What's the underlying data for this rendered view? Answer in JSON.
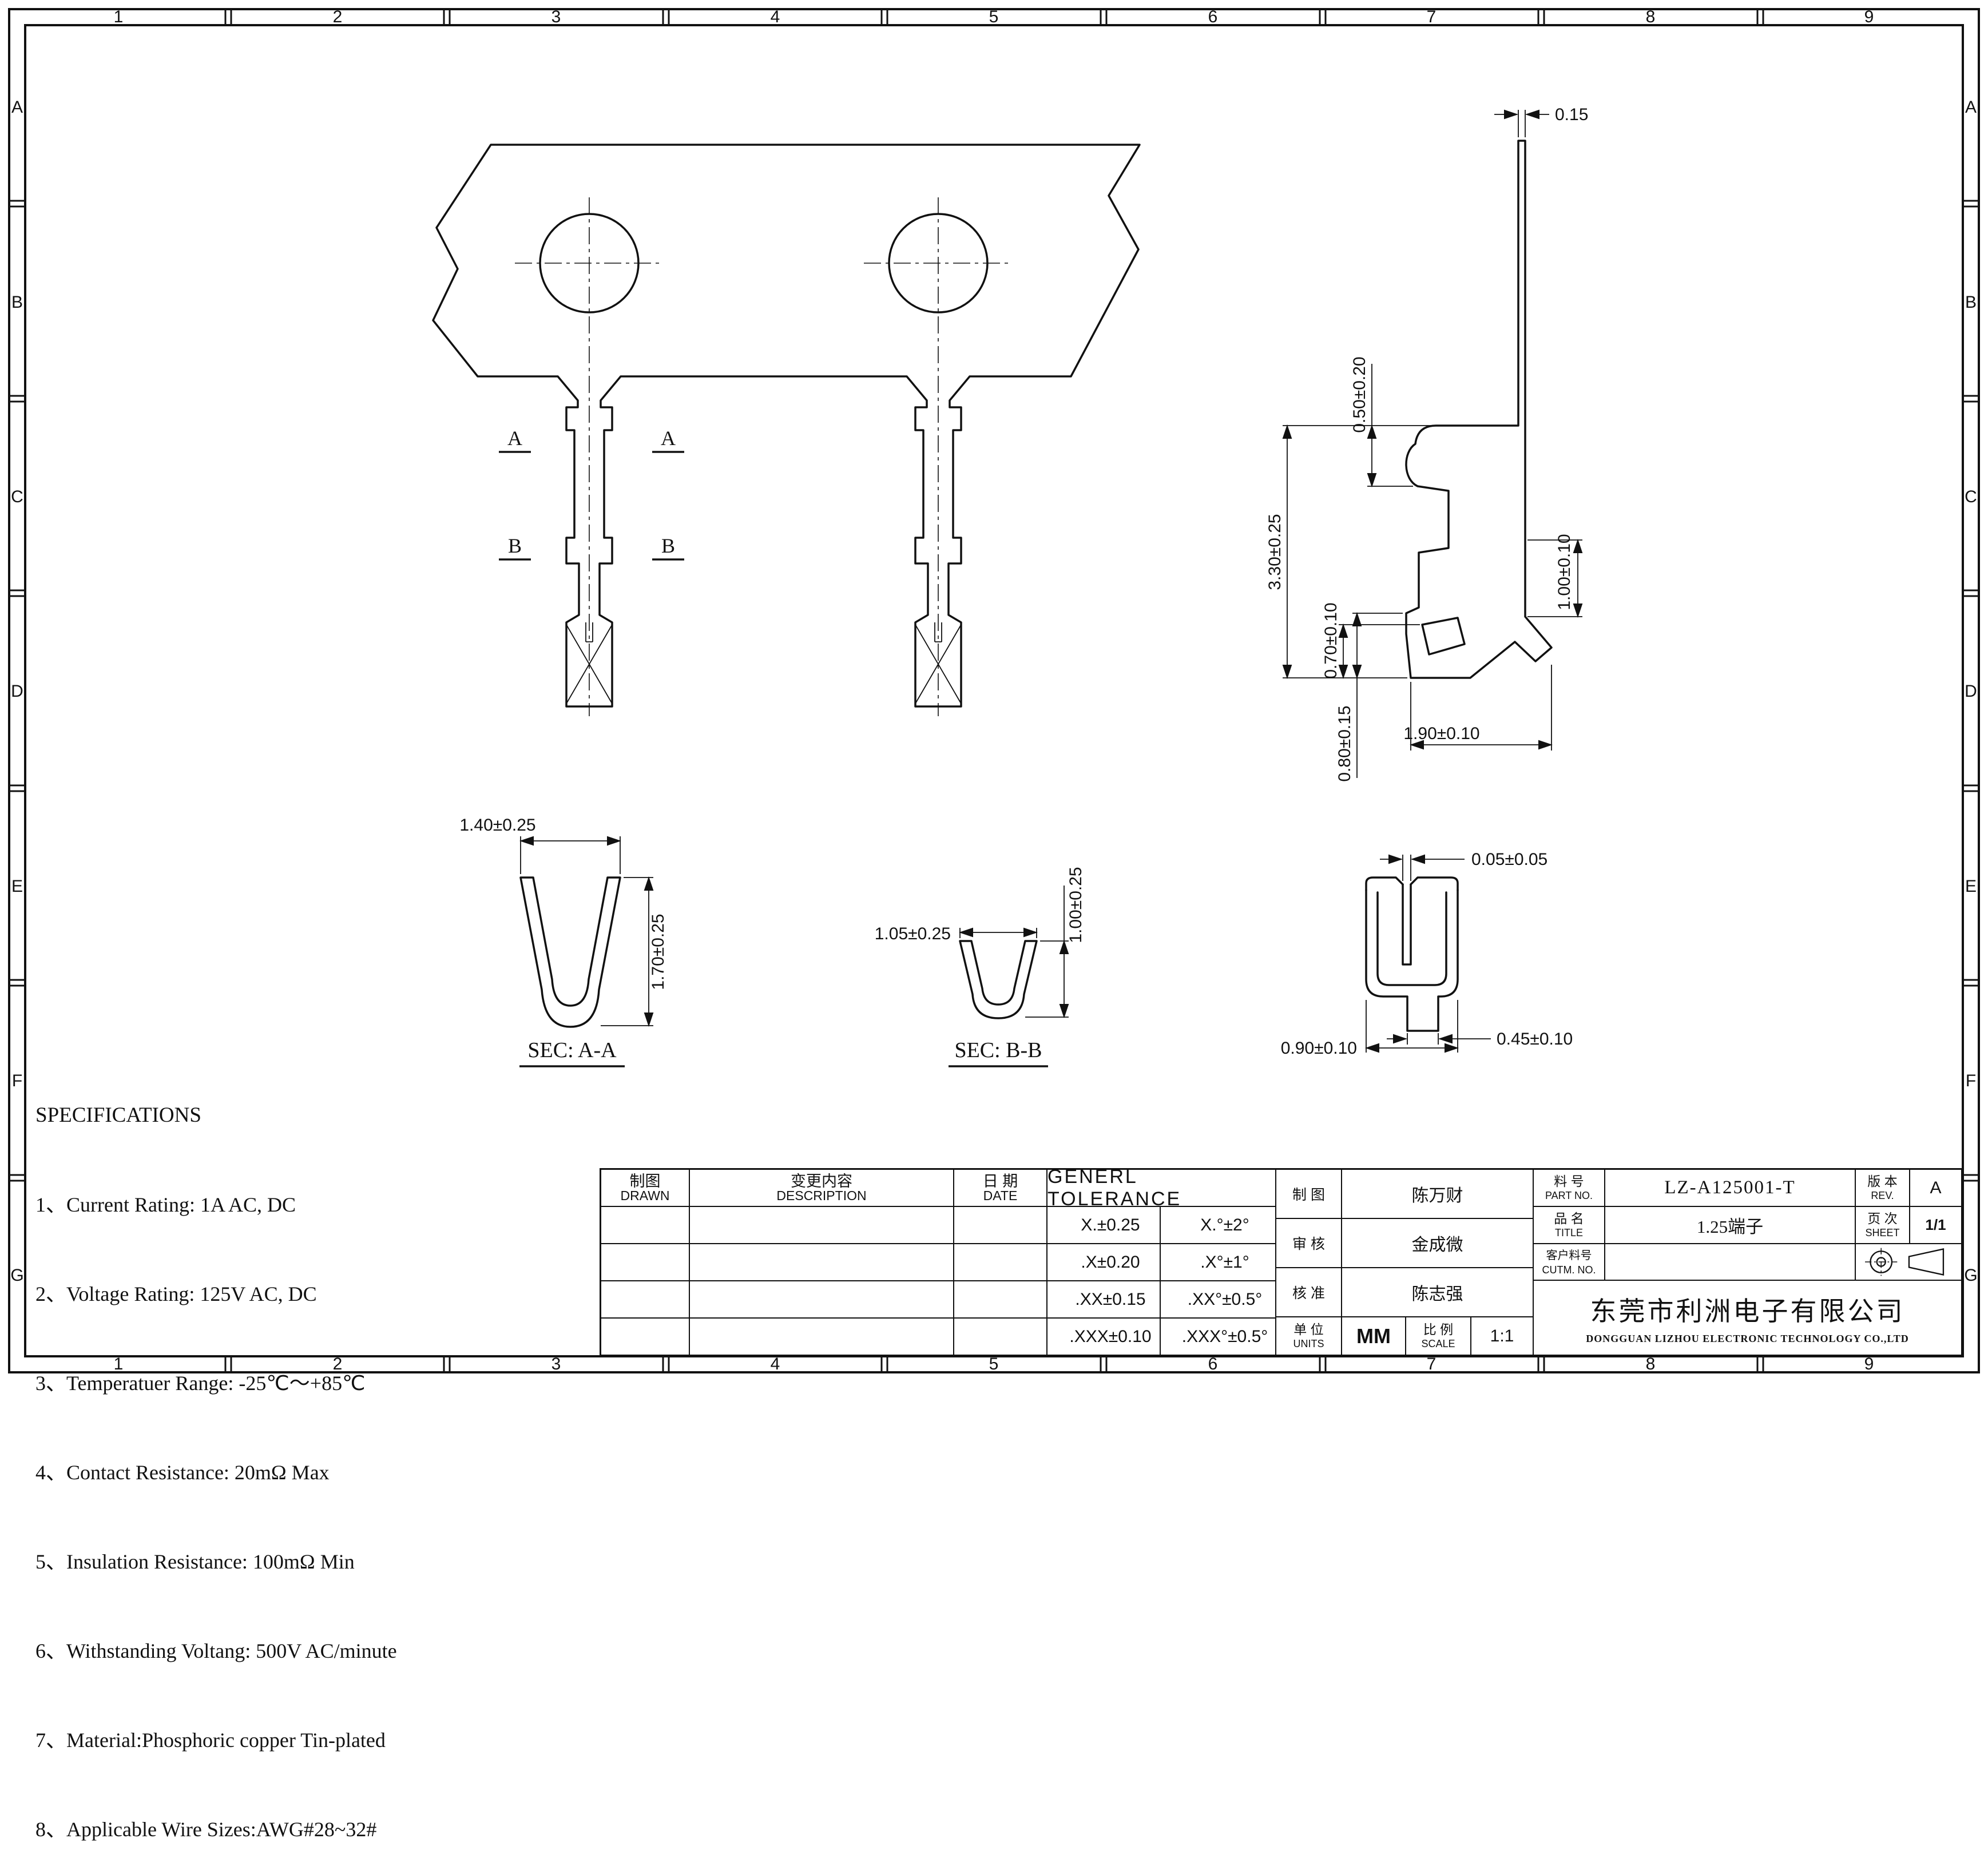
{
  "sheet": {
    "grid_cols": [
      "1",
      "2",
      "3",
      "4",
      "5",
      "6",
      "7",
      "8",
      "9"
    ],
    "grid_rows": [
      "A",
      "B",
      "C",
      "D",
      "E",
      "F",
      "G"
    ]
  },
  "views": {
    "section_a_label": "A",
    "section_b_label": "B",
    "sec_aa_title": "SEC: A-A",
    "sec_bb_title": "SEC: B-B"
  },
  "dims": {
    "strip_thickness": "0.15",
    "spring_height": "0.50±0.20",
    "overall_height": "3.30±0.25",
    "crimp_height": "0.70±0.10",
    "right_height": "1.00±0.10",
    "tail_height": "0.80±0.15",
    "body_length": "1.90±0.10",
    "aa_width": "1.40±0.25",
    "aa_height": "1.70±0.25",
    "bb_width": "1.05±0.25",
    "bb_height": "1.00±0.25",
    "slot_width": "0.05±0.05",
    "front_width": "0.90±0.10",
    "tab_width": "0.45±0.10"
  },
  "specifications": {
    "title": "SPECIFICATIONS",
    "items": [
      "1、Current Rating: 1A AC, DC",
      "2、Voltage Rating: 125V AC, DC",
      "3、Temperatuer Range: -25℃～+85℃",
      "4、Contact Resistance: 20mΩ Max",
      "5、Insulation Resistance: 100mΩ Min",
      "6、Withstanding Voltang: 500V AC/minute",
      "7、Material:Phosphoric copper Tin-plated",
      "8、Applicable Wire Sizes:AWG#28~32#"
    ]
  },
  "title_block": {
    "rev_table": {
      "drawn_cn": "制图",
      "drawn_en": "DRAWN",
      "desc_cn": "变更内容",
      "desc_en": "DESCRIPTION",
      "date_cn": "日 期",
      "date_en": "DATE"
    },
    "tolerance": {
      "title": "GENERL TOLERANCE",
      "rows": [
        [
          "X.±0.25",
          "X.°±2°"
        ],
        [
          ".X±0.20",
          ".X°±1°"
        ],
        [
          ".XX±0.15",
          ".XX°±0.5°"
        ],
        [
          ".XXX±0.10",
          ".XXX°±0.5°"
        ]
      ]
    },
    "approvals": [
      {
        "label": "制 图",
        "name": "陈万财"
      },
      {
        "label": "审 核",
        "name": "金成微"
      },
      {
        "label": "核 准",
        "name": "陈志强"
      }
    ],
    "units_cn": "单 位",
    "units_en": "UNITS",
    "units_value": "MM",
    "scale_cn": "比 例",
    "scale_en": "SCALE",
    "scale_value": "1:1",
    "part_no_cn": "料 号",
    "part_no_en": "PART NO.",
    "part_no_value": "LZ-A125001-T",
    "rev_cn": "版 本",
    "rev_en": "REV.",
    "rev_value": "A",
    "name_cn": "品 名",
    "name_en": "TITLE",
    "name_value": "1.25端子",
    "sheet_cn": "页 次",
    "sheet_en": "SHEET",
    "sheet_value": "1/1",
    "customer_cn": "客户料号",
    "customer_en": "CUTM. NO.",
    "company_cn": "东莞市利洲电子有限公司",
    "company_en": "DONGGUAN LIZHOU ELECTRONIC TECHNOLOGY CO.,LTD"
  }
}
